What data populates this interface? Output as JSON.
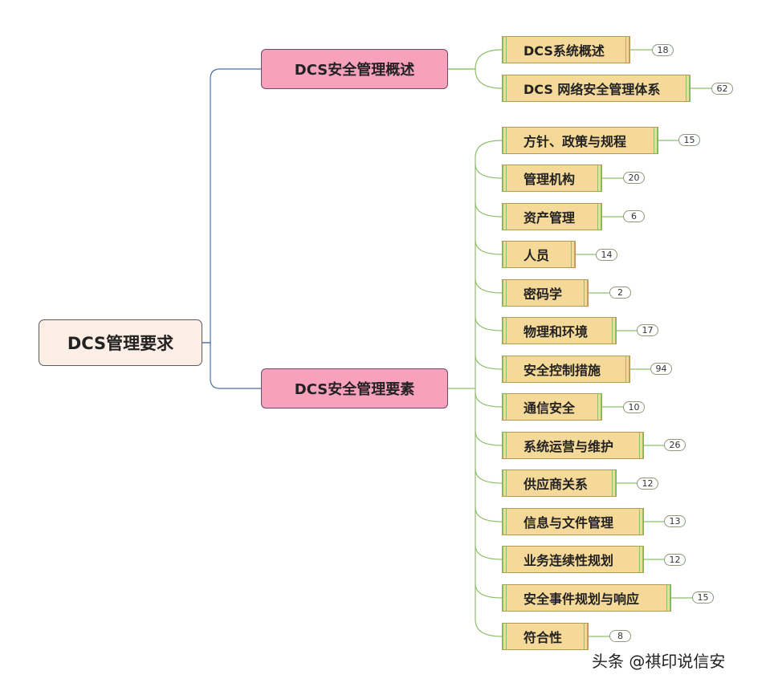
{
  "root": {
    "label": "DCS管理要求"
  },
  "branches": [
    {
      "label": "DCS安全管理概述",
      "children": [
        {
          "label": "DCS系统概述",
          "count": "18"
        },
        {
          "label": "DCS 网络安全管理体系",
          "count": "62"
        }
      ]
    },
    {
      "label": "DCS安全管理要素",
      "children": [
        {
          "label": "方针、政策与规程",
          "count": "15"
        },
        {
          "label": "管理机构",
          "count": "20"
        },
        {
          "label": "资产管理",
          "count": "6"
        },
        {
          "label": "人员",
          "count": "14"
        },
        {
          "label": "密码学",
          "count": "2"
        },
        {
          "label": "物理和环境",
          "count": "17"
        },
        {
          "label": "安全控制措施",
          "count": "94"
        },
        {
          "label": "通信安全",
          "count": "10"
        },
        {
          "label": "系统运营与维护",
          "count": "26"
        },
        {
          "label": "供应商关系",
          "count": "12"
        },
        {
          "label": "信息与文件管理",
          "count": "13"
        },
        {
          "label": "业务连续性规划",
          "count": "12"
        },
        {
          "label": "安全事件规划与响应",
          "count": "15"
        },
        {
          "label": "符合性",
          "count": "8"
        }
      ]
    }
  ],
  "watermark": "头条 @祺印说信安",
  "colors": {
    "root_bg": "#fdeee6",
    "branch_bg": "#f7a1bd",
    "leaf_bg": "#f5d999",
    "connector_blue": "#4a6fa5",
    "connector_green": "#8fbf6d"
  }
}
